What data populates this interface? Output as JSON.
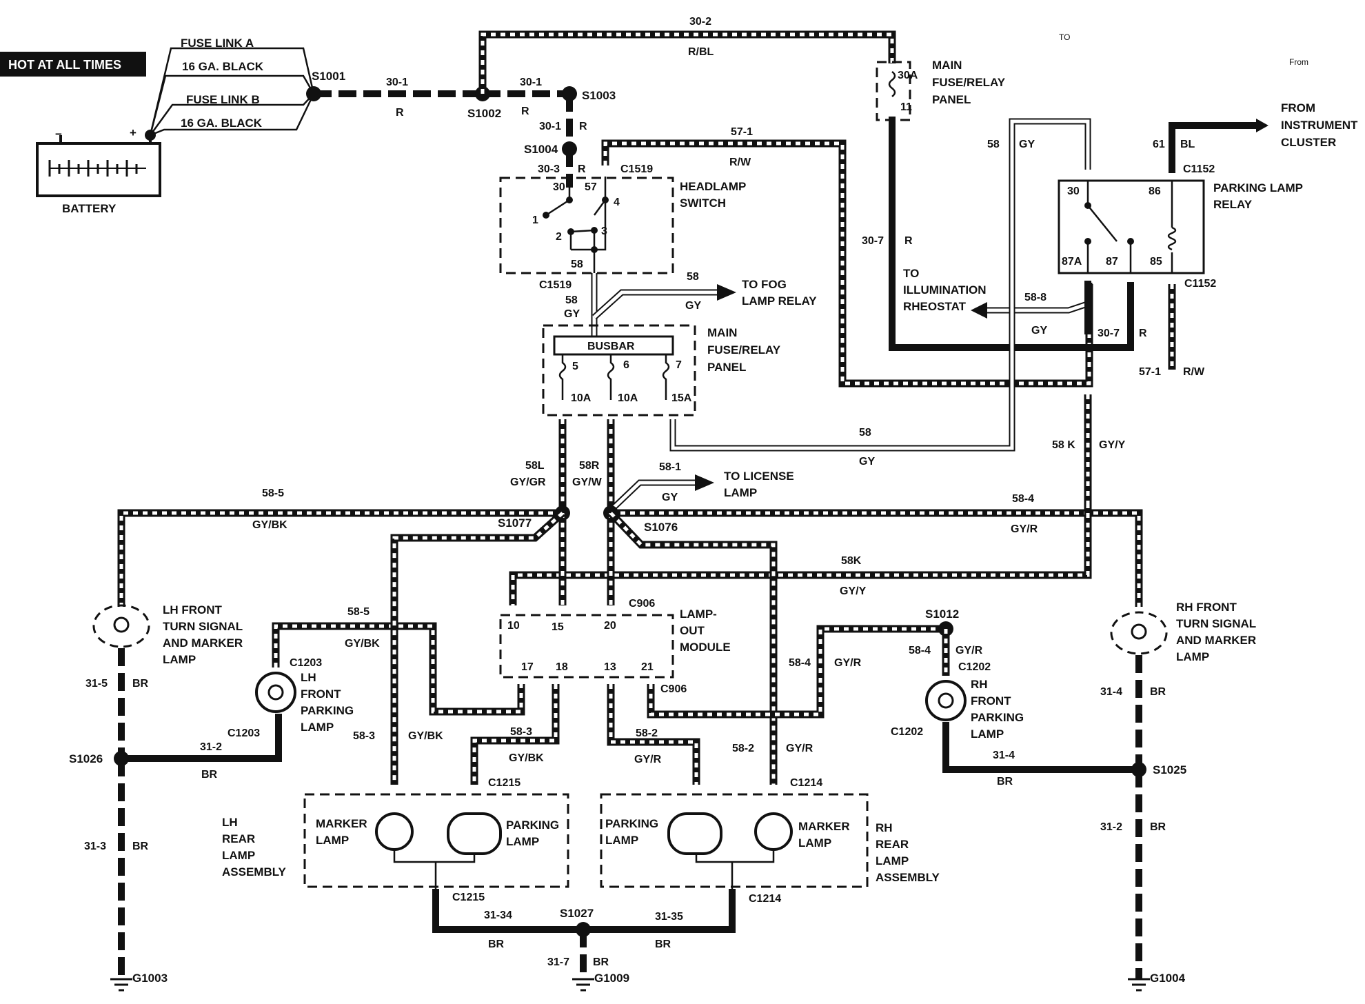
{
  "labels": {
    "hot": "HOT AT ALL TIMES",
    "fuse_link_a": "FUSE LINK A",
    "fuse_link_b": "FUSE LINK B",
    "ga_black_1": "16 GA. BLACK",
    "ga_black_2": "16 GA. BLACK",
    "battery": "BATTERY",
    "batt_neg": "−",
    "batt_pos": "+",
    "s1001": "S1001",
    "s1002": "S1002",
    "s1003": "S1003",
    "s1004": "S1004",
    "w30_1a": "30-1",
    "w30_1b": "30-1",
    "w30_1c": "30-1",
    "w30_3": "30-3",
    "r1": "R",
    "r2": "R",
    "r3": "R",
    "r4": "R",
    "r5": "R",
    "r6": "R",
    "w30_2": "30-2",
    "rbl": "R/BL",
    "main_panel_top": "MAIN\nFUSE/RELAY\nPANEL",
    "f30a": "30A",
    "f11": "11",
    "w57_1": "57-1",
    "rw1": "R/W",
    "c1519a": "C1519",
    "c1519b": "C1519",
    "headlamp_switch": "HEADLAMP\nSWITCH",
    "hs30": "30",
    "hs57": "57",
    "hs1": "1",
    "hs2": "2",
    "hs3": "3",
    "hs4": "4",
    "hs58": "58",
    "w58_fog": "58",
    "gy_fog": "GY",
    "to_fog": "TO FOG\nLAMP RELAY",
    "w58_c": "58",
    "gy_c": "GY",
    "busbar": "BUSBAR",
    "main_panel_mid": "MAIN\nFUSE/RELAY\nPANEL",
    "p5": "5",
    "p6": "6",
    "p7": "7",
    "f10a1": "10A",
    "f10a2": "10A",
    "f15a": "15A",
    "w30_7a": "30-7",
    "r_307": "R",
    "to_illum": "TO\nILLUMINATION\nRHEOSTAT",
    "w58_8": "58-8",
    "gy_8": "GY",
    "w30_7b": "30-7",
    "r_307b": "R",
    "w57_1b": "57-1",
    "rw2": "R/W",
    "w58_top": "58",
    "gy_top": "GY",
    "w61": "61",
    "bl": "BL",
    "from_ic": "FROM\nINSTRUMENT\nCLUSTER",
    "c1152a": "C1152",
    "c1152b": "C1152",
    "plr": "PARKING LAMP\nRELAY",
    "r30": "30",
    "r86": "86",
    "r87a": "87A",
    "r87": "87",
    "r85": "85",
    "w58_loop": "58",
    "gy_loop": "GY",
    "w58k": "58 K",
    "gyy1": "GY/Y",
    "w58l": "58L",
    "gygr": "GY/GR",
    "w58r": "58R",
    "gyw": "GY/W",
    "w58_1": "58-1",
    "gy_lic": "GY",
    "to_lic": "TO LICENSE\nLAMP",
    "w58_5a": "58-5",
    "gybk1": "GY/BK",
    "w58_4a": "58-4",
    "gyr1": "GY/R",
    "s1077": "S1077",
    "s1076": "S1076",
    "w58k2": "58K",
    "gyy2": "GY/Y",
    "c906a": "C906",
    "c906b": "C906",
    "lom": "LAMP-\nOUT\nMODULE",
    "m10": "10",
    "m15": "15",
    "m20": "20",
    "m17": "17",
    "m18": "18",
    "m13": "13",
    "m21": "21",
    "lh_front_turn": "LH FRONT\nTURN SIGNAL\nAND MARKER\nLAMP",
    "rh_front_turn": "RH FRONT\nTURN SIGNAL\nAND MARKER\nLAMP",
    "w58_5b": "58-5",
    "gybk2": "GY/BK",
    "c1203a": "C1203",
    "c1203b": "C1203",
    "lh_front_park": "LH\nFRONT\nPARKING\nLAMP",
    "w31_5": "31-5",
    "br1": "BR",
    "w31_2": "31-2",
    "br2": "BR",
    "s1026": "S1026",
    "w58_3a": "58-3",
    "gybk3": "GY/BK",
    "w58_3b": "58-3",
    "gybk4": "GY/BK",
    "w58_2a": "58-2",
    "gyr2": "GY/R",
    "w58_2b": "58-2",
    "gyr3": "GY/R",
    "s1012": "S1012",
    "w58_4b": "58-4",
    "gyr4": "GY/R",
    "w58_4c": "58-4",
    "gyr5": "GY/R",
    "c1202a": "C1202",
    "c1202b": "C1202",
    "rh_front_park": "RH\nFRONT\nPARKING\nLAMP",
    "w31_4a": "31-4",
    "br3": "BR",
    "w31_4b": "31-4",
    "br4": "BR",
    "s1025": "S1025",
    "c1215a": "C1215",
    "c1215b": "C1215",
    "c1214a": "C1214",
    "c1214b": "C1214",
    "marker_l": "MARKER\nLAMP",
    "parking_l": "PARKING\nLAMP",
    "parking_r": "PARKING\nLAMP",
    "marker_r": "MARKER\nLAMP",
    "lh_rear": "LH\nREAR\nLAMP\nASSEMBLY",
    "rh_rear": "RH\nREAR\nLAMP\nASSEMBLY",
    "w31_3": "31-3",
    "br5": "BR",
    "w31_2b": "31-2",
    "br6": "BR",
    "w31_34": "31-34",
    "br7": "BR",
    "w31_35": "31-35",
    "br8": "BR",
    "s1027": "S1027",
    "w31_7": "31-7",
    "br9": "BR",
    "g1003": "G1003",
    "g1009": "G1009",
    "g1004": "G1004",
    "note_to": "TO",
    "note_from": "From"
  }
}
